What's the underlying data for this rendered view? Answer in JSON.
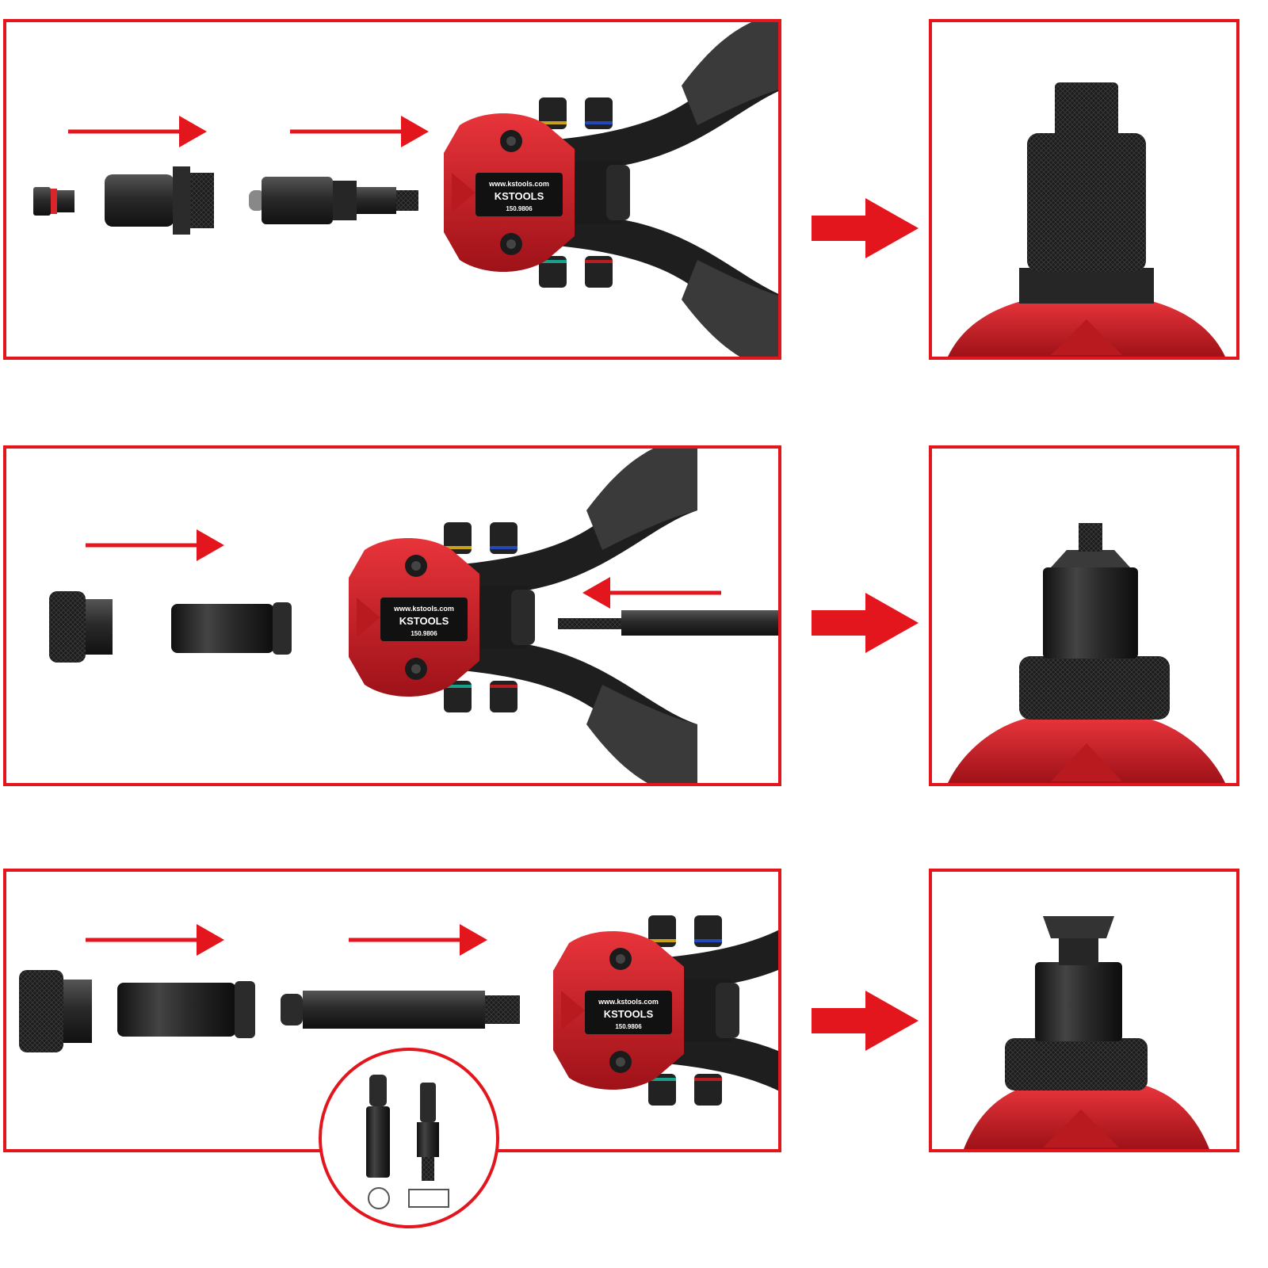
{
  "colors": {
    "frame": "#e3161d",
    "arrow": "#e3161d",
    "tool_red": "#d9252c",
    "metal": "#2a2a2a",
    "grip": "#3a3a3a"
  },
  "tool_label": {
    "url": "www.kstools.com",
    "brand": "KSTOOLS",
    "model": "150.9806"
  },
  "steps": [
    {
      "id": "step-1",
      "result_icon": "hex-nut-adapter-icon"
    },
    {
      "id": "step-2",
      "result_icon": "threaded-mandrel-icon"
    },
    {
      "id": "step-3",
      "result_icon": "blind-rivet-nut-icon"
    }
  ],
  "inset": {
    "icon_left": "circle-profile-icon",
    "icon_right": "rectangle-profile-icon"
  }
}
